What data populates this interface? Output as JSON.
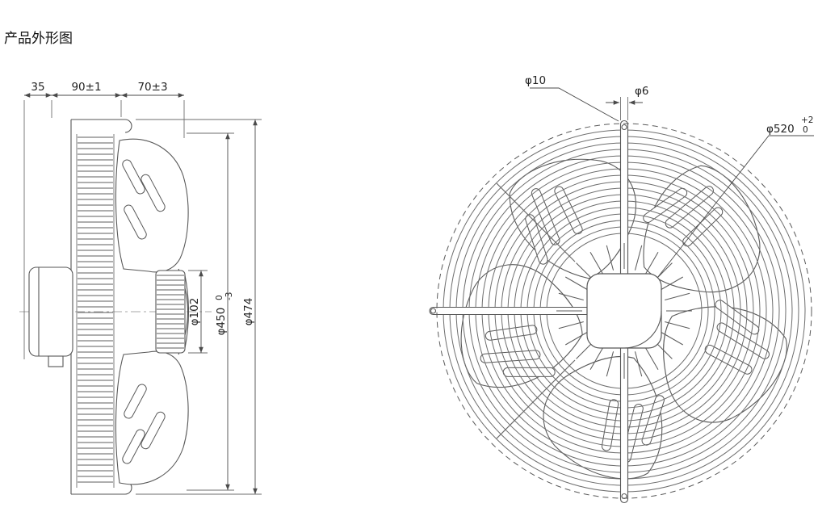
{
  "title": "产品外形图",
  "side_view": {
    "dim_35": "35",
    "dim_90": "90±1",
    "dim_70": "70±3",
    "dim_102": "φ102",
    "dim_450": "φ450",
    "dim_450_tol_upper": "0",
    "dim_450_tol_lower": "-3",
    "dim_474": "φ474"
  },
  "front_view": {
    "dim_10": "φ10",
    "dim_6": "φ6",
    "dim_520": "φ520",
    "dim_520_tol_upper": "+2",
    "dim_520_tol_lower": "0"
  },
  "colors": {
    "line": "#565656",
    "dimension": "#4a4a4a",
    "background": "#ffffff"
  }
}
